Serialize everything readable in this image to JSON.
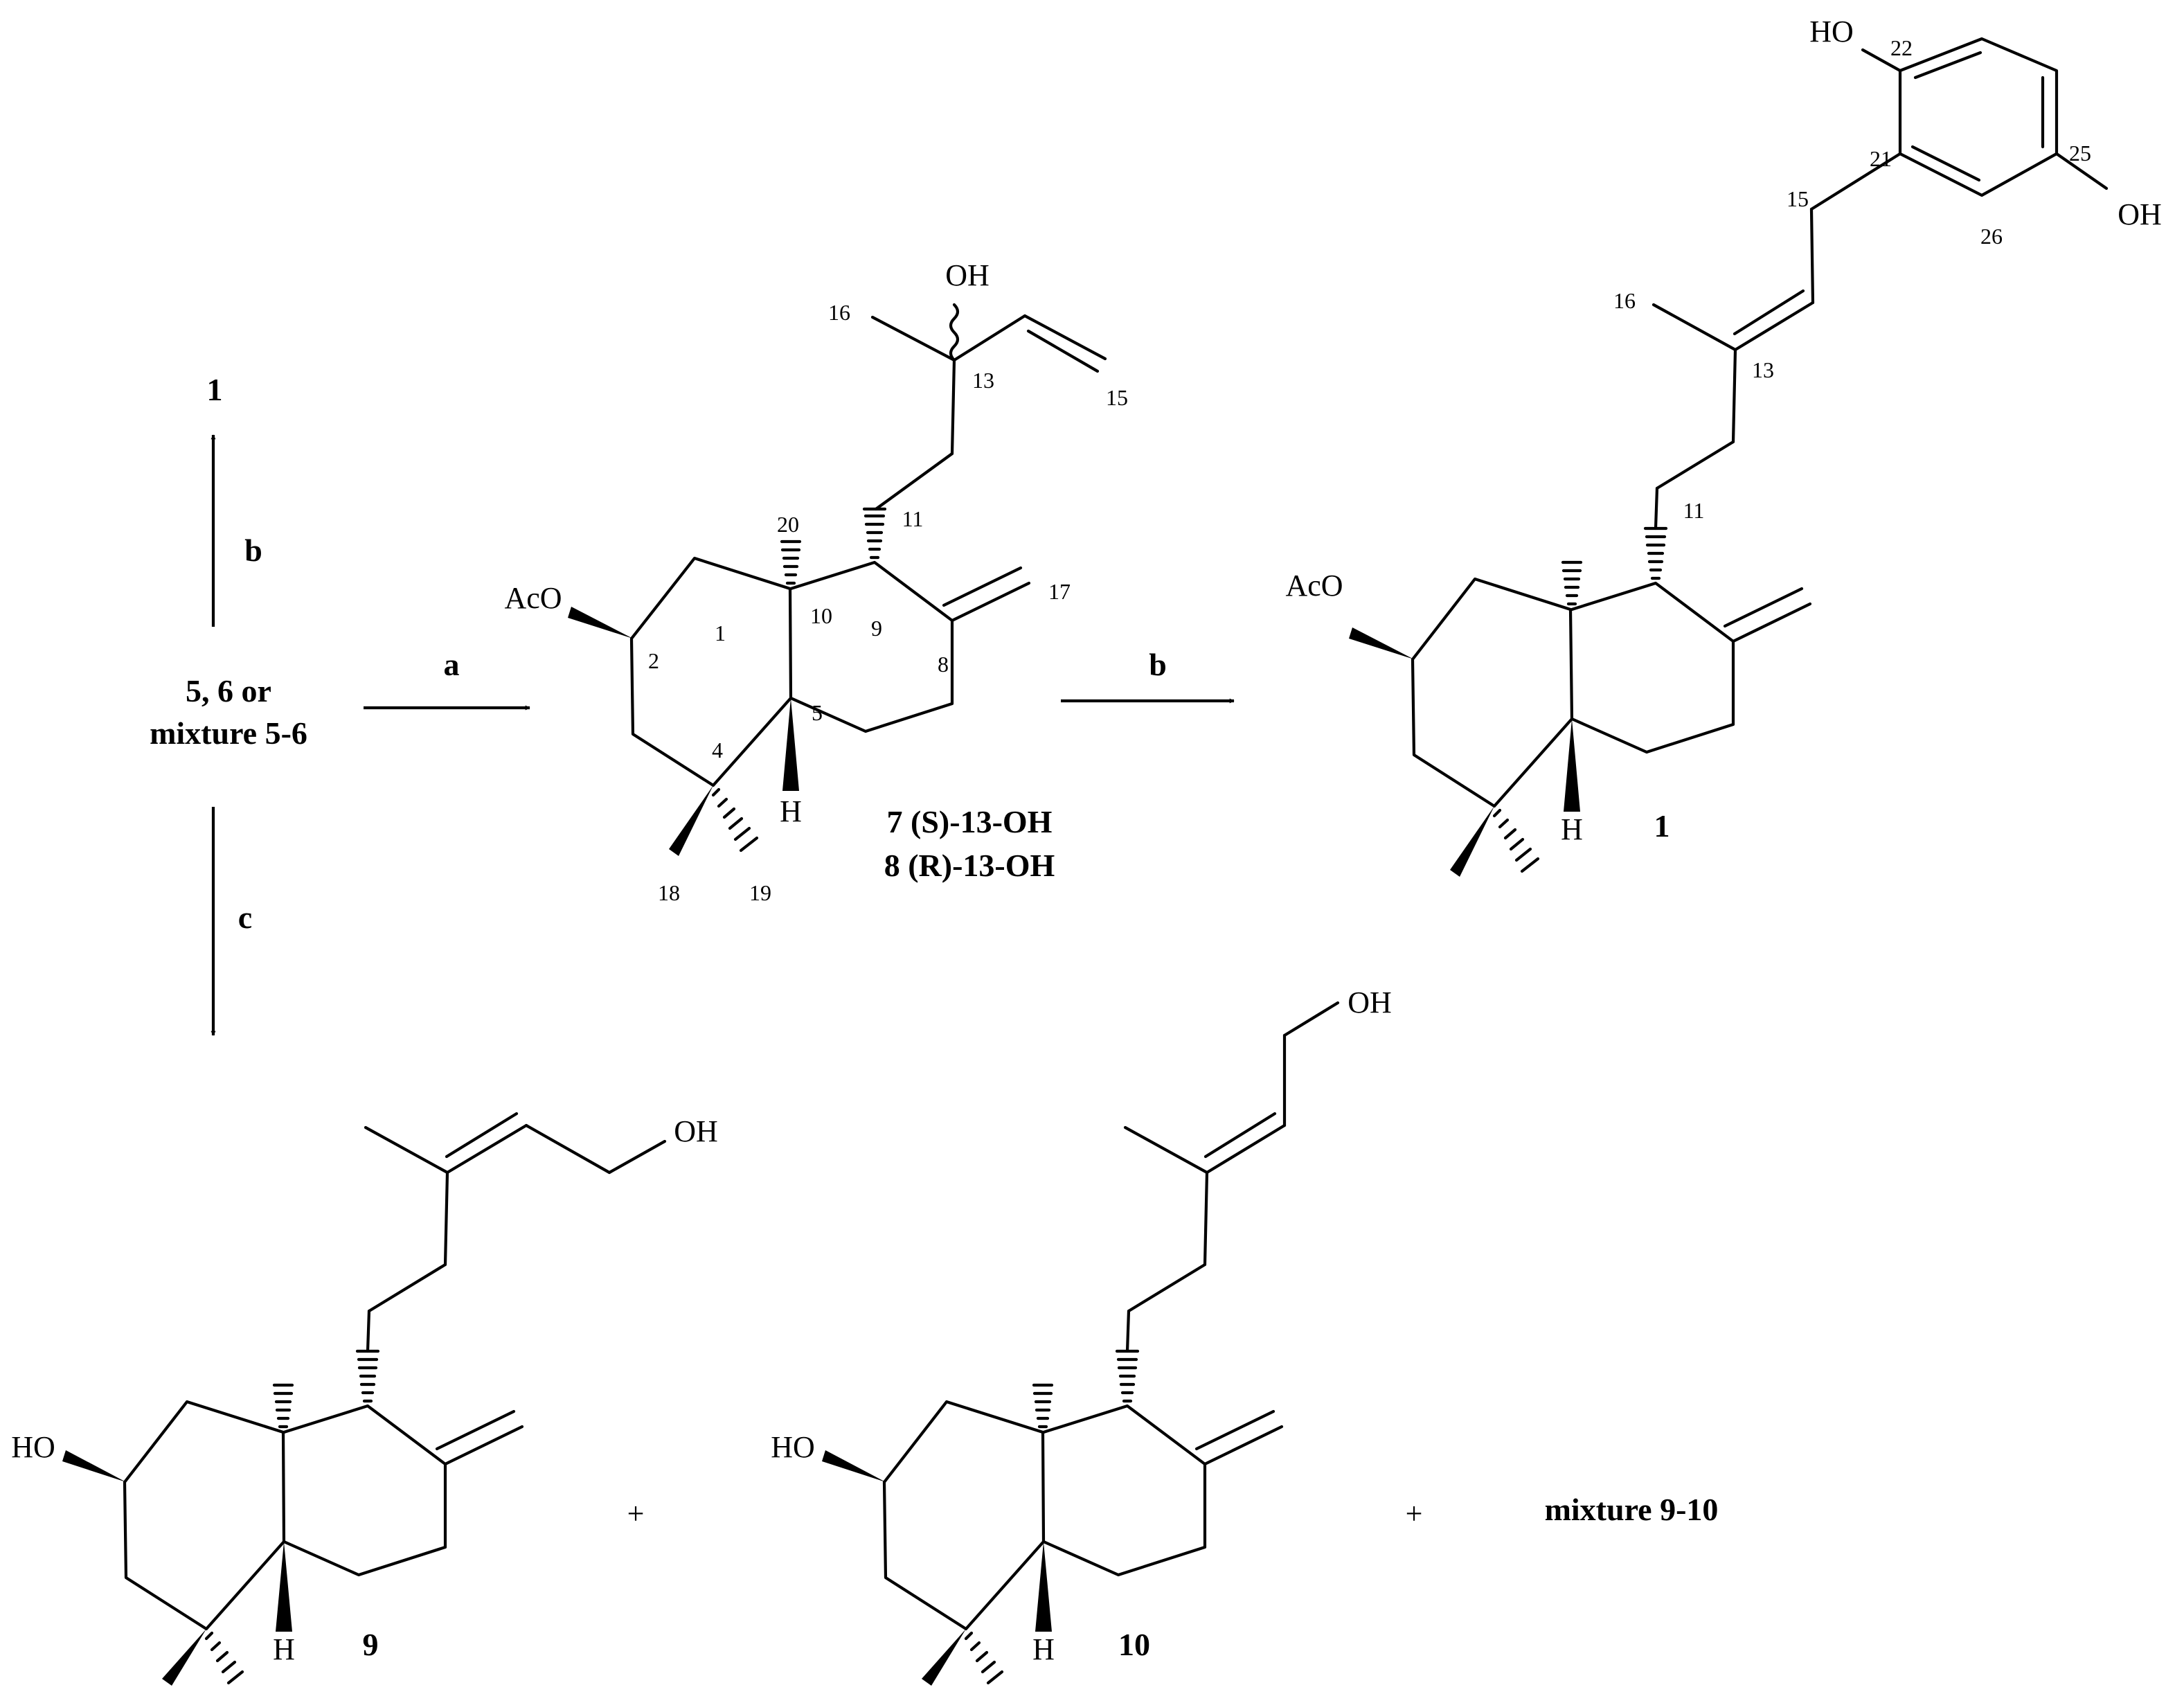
{
  "scheme": {
    "start_compound": [
      "5, 6 or",
      "mixture 5-6"
    ],
    "reagents": {
      "a": "a",
      "b_up": "b",
      "b_right": "b",
      "c": "c"
    },
    "product_up": "1",
    "plus": "+",
    "intermediate": {
      "labels": [
        "7 (S)-13-OH",
        "8 (R)-13-OH"
      ],
      "atoms": {
        "acetate": "AcO",
        "hydroxyl": "OH",
        "hydrogen": "H"
      },
      "locants": [
        "1",
        "2",
        "4",
        "5",
        "8",
        "9",
        "10",
        "11",
        "13",
        "15",
        "16",
        "17",
        "18",
        "19",
        "20"
      ]
    },
    "compound_1": {
      "label": "1",
      "atoms": {
        "acetate": "AcO",
        "hydroxyl_22": "HO",
        "hydroxyl_25": "OH",
        "hydrogen": "H"
      },
      "locants": [
        "11",
        "13",
        "15",
        "16",
        "21",
        "22",
        "25",
        "26"
      ]
    },
    "compound_9": {
      "label": "9",
      "atoms": {
        "ring_hydroxyl": "HO",
        "chain_hydroxyl": "OH",
        "hydrogen": "H"
      }
    },
    "compound_10": {
      "label": "10",
      "atoms": {
        "ring_hydroxyl": "HO",
        "chain_hydroxyl": "OH",
        "hydrogen": "H"
      }
    },
    "mixture_label": "mixture 9-10"
  }
}
